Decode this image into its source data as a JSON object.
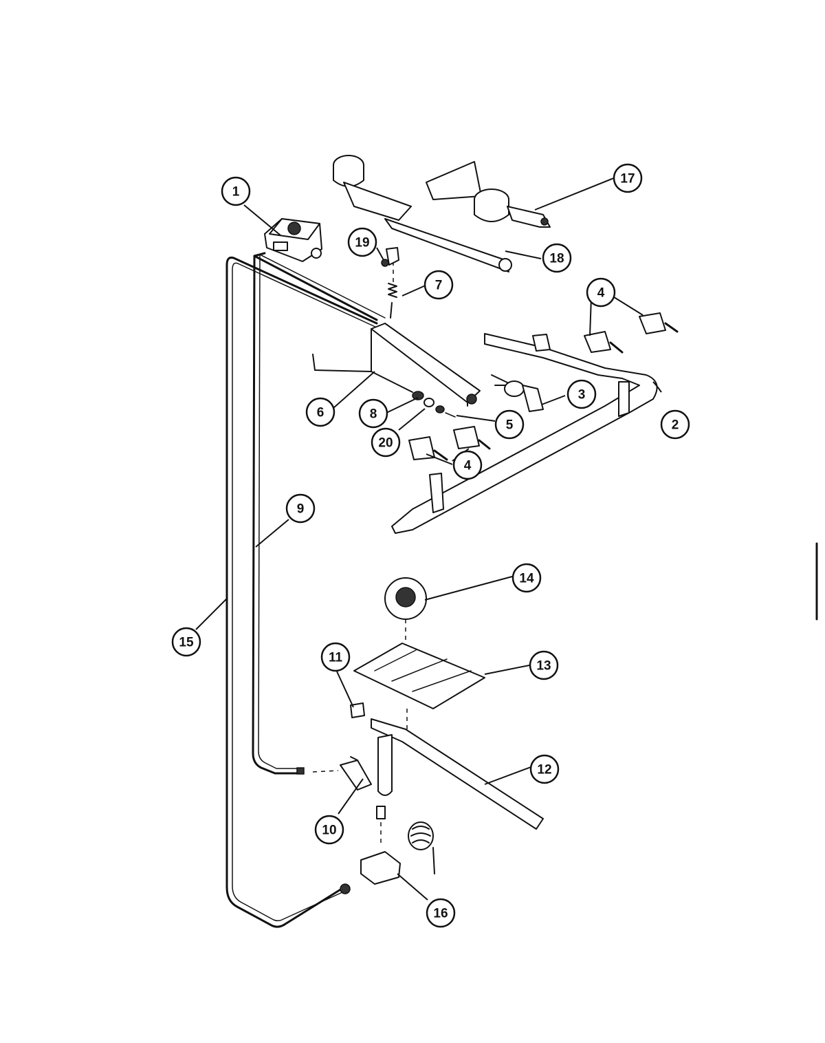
{
  "diagram": {
    "callouts": [
      {
        "id": "c1",
        "label": "1"
      },
      {
        "id": "c2",
        "label": "2"
      },
      {
        "id": "c3",
        "label": "3"
      },
      {
        "id": "c4a",
        "label": "4"
      },
      {
        "id": "c4b",
        "label": "4"
      },
      {
        "id": "c5",
        "label": "5"
      },
      {
        "id": "c6",
        "label": "6"
      },
      {
        "id": "c7",
        "label": "7"
      },
      {
        "id": "c8",
        "label": "8"
      },
      {
        "id": "c9",
        "label": "9"
      },
      {
        "id": "c10",
        "label": "10"
      },
      {
        "id": "c11",
        "label": "11"
      },
      {
        "id": "c12",
        "label": "12"
      },
      {
        "id": "c13",
        "label": "13"
      },
      {
        "id": "c14",
        "label": "14"
      },
      {
        "id": "c15",
        "label": "15"
      },
      {
        "id": "c16",
        "label": "16"
      },
      {
        "id": "c17",
        "label": "17"
      },
      {
        "id": "c18",
        "label": "18"
      },
      {
        "id": "c19",
        "label": "19"
      },
      {
        "id": "c20",
        "label": "20"
      }
    ]
  }
}
